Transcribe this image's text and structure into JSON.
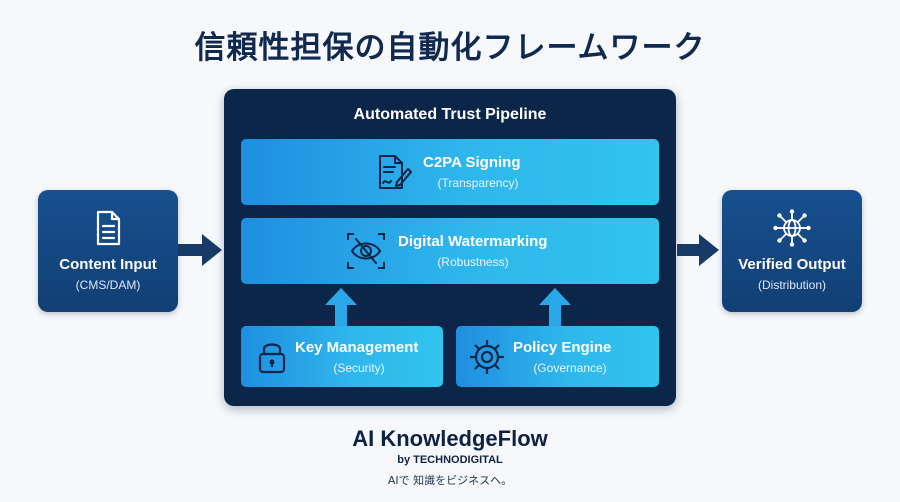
{
  "header": {
    "title": "信頼性担保の自動化フレームワーク"
  },
  "input": {
    "label": "Content Input",
    "sub": "(CMS/DAM)",
    "icon": "document-icon"
  },
  "output": {
    "label": "Verified Output",
    "sub": "(Distribution)",
    "icon": "network-globe-icon"
  },
  "pipeline": {
    "title": "Automated Trust Pipeline",
    "stages": [
      {
        "label": "C2PA Signing",
        "sub": "(Transparency)",
        "icon": "signed-document-icon"
      },
      {
        "label": "Digital Watermarking",
        "sub": "(Robustness)",
        "icon": "hidden-eye-icon"
      },
      {
        "label": "Key Management",
        "sub": "(Security)",
        "icon": "lock-icon"
      },
      {
        "label": "Policy Engine",
        "sub": "(Governance)",
        "icon": "gear-icon"
      }
    ]
  },
  "footer": {
    "brand": "AI KnowledgeFlow",
    "by": "by TECHNODIGITAL",
    "tagline": "AIで 知識をビジネスへ。"
  },
  "colors": {
    "navy": "#0c2649",
    "side_box": "#17508f",
    "stage_start": "#1f8ee0",
    "stage_end": "#30c4ee",
    "arrow": "#173a66"
  }
}
